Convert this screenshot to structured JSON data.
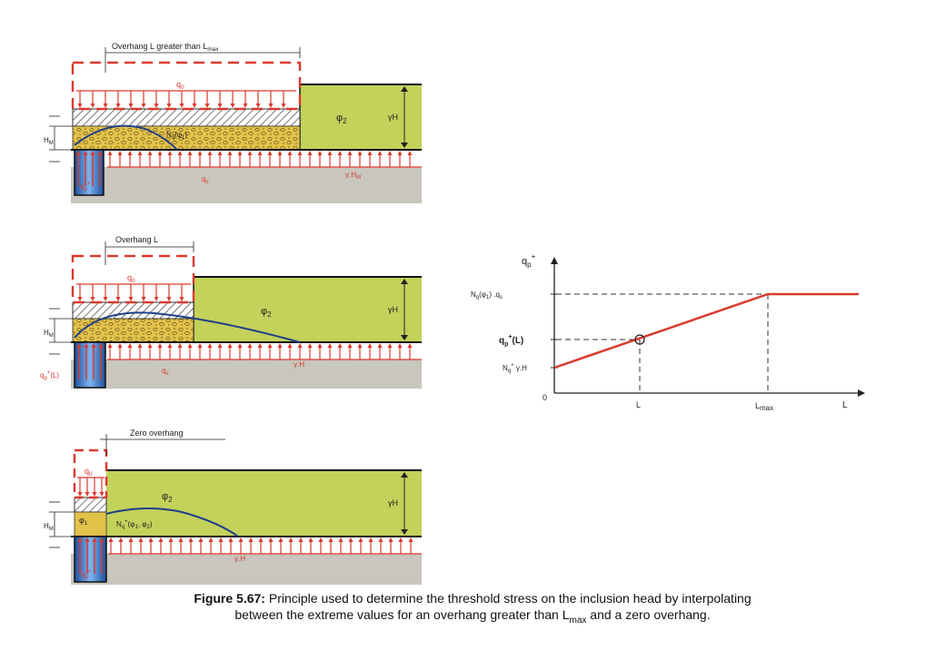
{
  "panels": {
    "top": {
      "dimension_label": "Overhang L greater than L",
      "dimension_sub": "max",
      "load_label": "q",
      "load_sub": "0",
      "soil_label": "φ",
      "soil_sub": "2",
      "height_label": "γH",
      "hm_label": "H",
      "hm_sub": "M",
      "nq_label": "N",
      "nq_sub": "q",
      "nq_arg": "(φ",
      "nq_arg_sub": "1",
      "nq_close": ")",
      "qs_label": "q",
      "qs_sub": "s",
      "gamma_hm_label": "γ.H",
      "gamma_hm_sub": "M",
      "qp_label": "q",
      "qp_sub": "p",
      "qp_sup": "+"
    },
    "middle": {
      "dimension_label": "Overhang L",
      "load_label": "q",
      "load_sub": "0",
      "soil_label": "φ",
      "soil_sub": "2",
      "height_label": "γH",
      "hm_label": "H",
      "hm_sub": "M",
      "qs_label": "q",
      "qs_sub": "s",
      "gamma_h_label": "γ.H",
      "qp_label": "q",
      "qp_sub": "p",
      "qp_sup": "+",
      "qp_arg": "(L)"
    },
    "bottom": {
      "dimension_label": "Zero overhang",
      "load_label": "q",
      "load_sub": "0",
      "soil_label": "φ",
      "soil_sub": "2",
      "phi1_label": "φ",
      "phi1_sub": "1",
      "height_label": "γH",
      "hm_label": "H",
      "hm_sub": "M",
      "nq_label": "N",
      "nq_sub": "q",
      "nq_sup": "+",
      "nq_arg": "(φ",
      "nq_arg_sub1": "1",
      "nq_arg_mid": ", φ",
      "nq_arg_sub2": "2",
      "nq_close": ")",
      "gamma_h_label": "γ.H",
      "qp_label": "q",
      "qp_sub": "p",
      "qp_sup": "+"
    }
  },
  "graph": {
    "y_axis_label": "q",
    "y_axis_sub": "p",
    "y_axis_sup": "+",
    "x_axis_label": "L",
    "origin_label": "0",
    "tick_L": "L",
    "tick_Lmax": "L",
    "tick_Lmax_sub": "max",
    "label_top": "N",
    "label_top_sub": "q",
    "label_top_arg": "(φ",
    "label_top_arg_sub": "1",
    "label_top_rest": ") .q",
    "label_top_rest_sub": "s",
    "label_mid": "q",
    "label_mid_sub": "p",
    "label_mid_sup": "+",
    "label_mid_arg": "(L)",
    "label_low": "N",
    "label_low_sub": "q",
    "label_low_sup": "+",
    "label_low_rest": " γ.H",
    "line_color": "#d93a2e"
  },
  "caption": {
    "bold": "Figure 5.67:",
    "line1": " Principle used to determine the threshold stress on the inclusion head by interpolating",
    "line2a": "between the extreme values for an overhang greater than L",
    "line2_sub": "max",
    "line2b": " and a zero overhang."
  },
  "colors": {
    "load_red": "#d93a2e",
    "soil_green": "#c3d25a",
    "fill_yellow": "#e3c24a",
    "ground_grey": "#c8c6bd",
    "inclusion_blue": "#3a78c4",
    "curve_blue": "#1f3f8a"
  }
}
